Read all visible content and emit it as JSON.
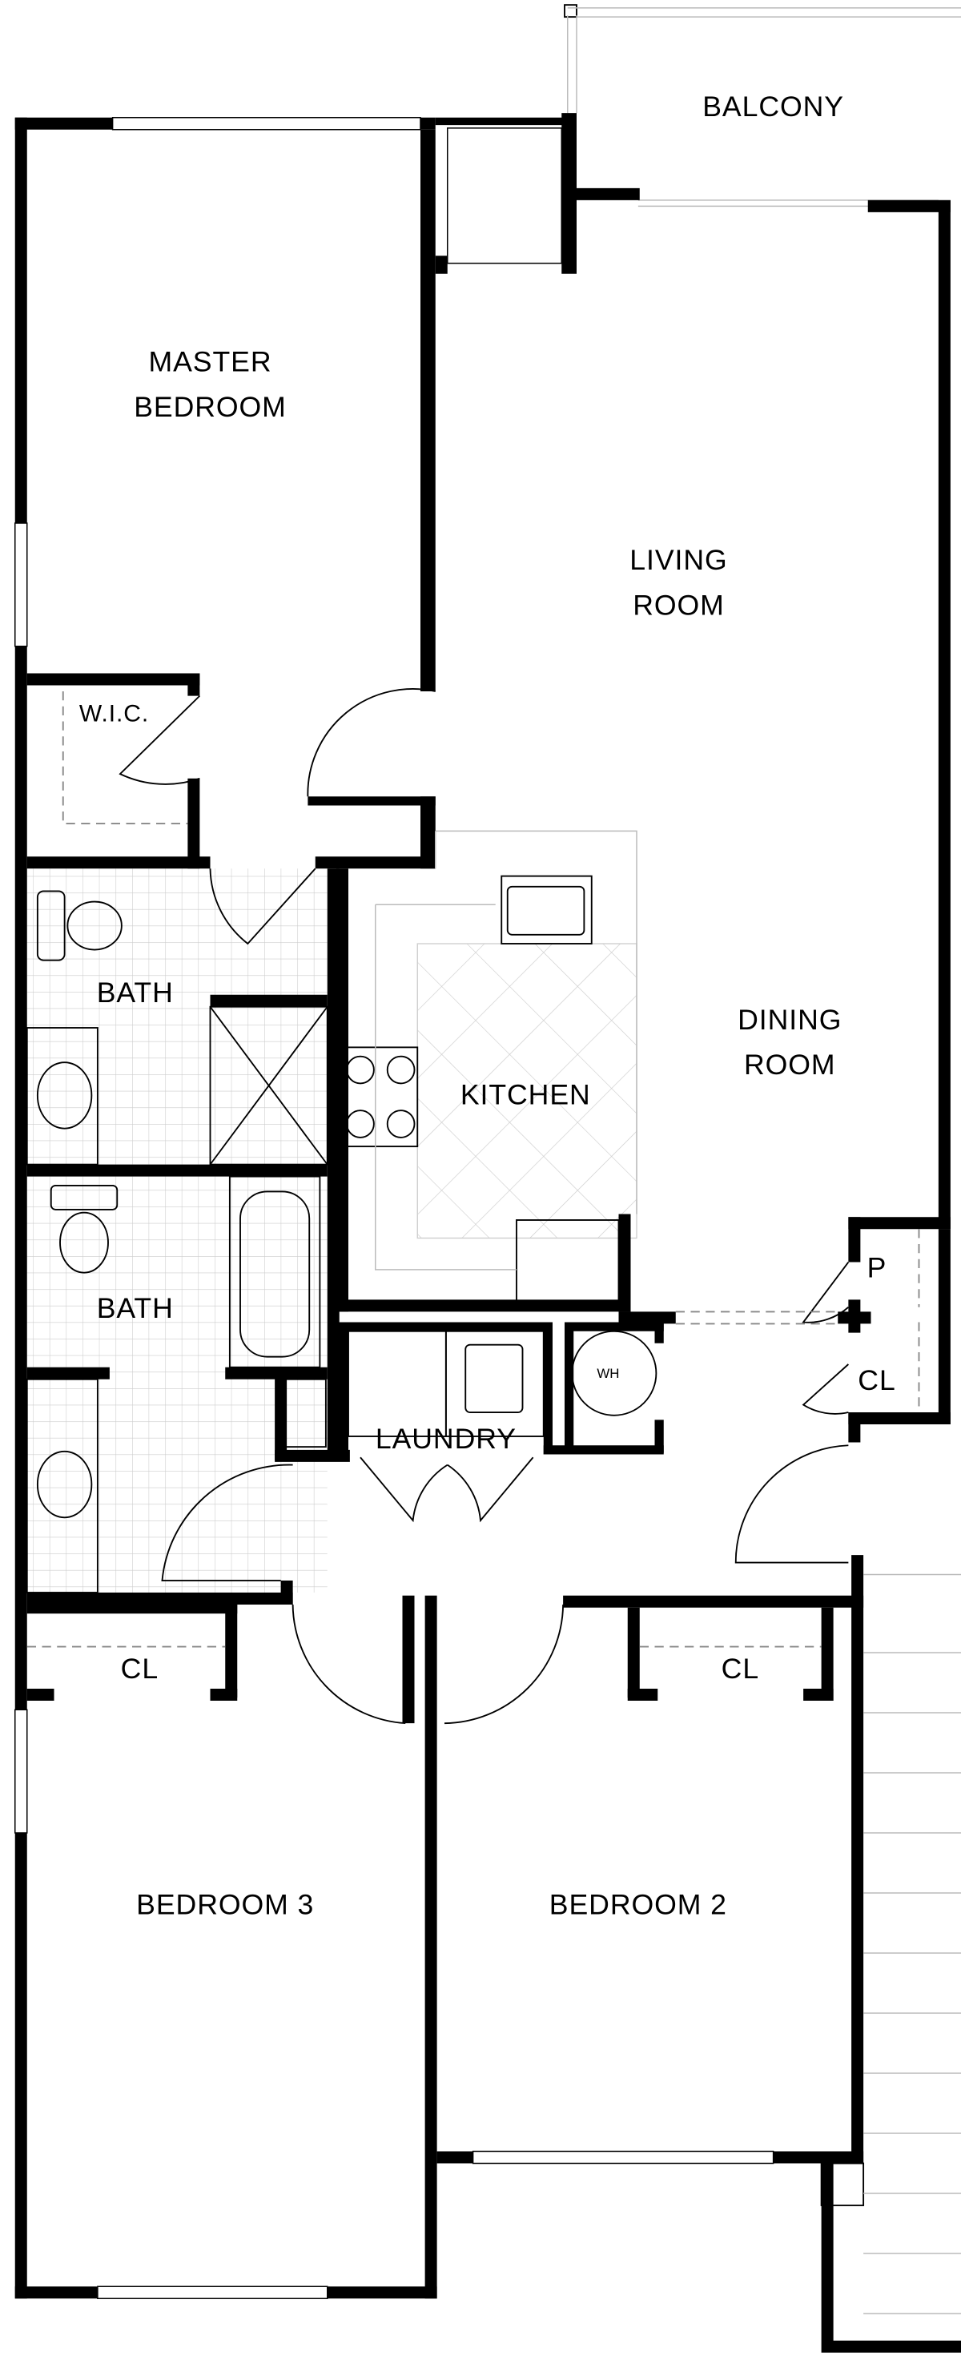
{
  "plan": {
    "rooms": {
      "balcony": "BALCONY",
      "master_line1": "MASTER",
      "master_line2": "BEDROOM",
      "living_line1": "LIVING",
      "living_line2": "ROOM",
      "wic": "W.I.C.",
      "bath1": "BATH",
      "kitchen": "KITCHEN",
      "dining_line1": "DINING",
      "dining_line2": "ROOM",
      "bath2": "BATH",
      "pantry": "P",
      "closet_entry": "CL",
      "laundry": "LAUNDRY",
      "water_heater": "WH",
      "closet_bed3": "CL",
      "closet_bed2": "CL",
      "bedroom3": "BEDROOM 3",
      "bedroom2": "BEDROOM 2"
    }
  }
}
